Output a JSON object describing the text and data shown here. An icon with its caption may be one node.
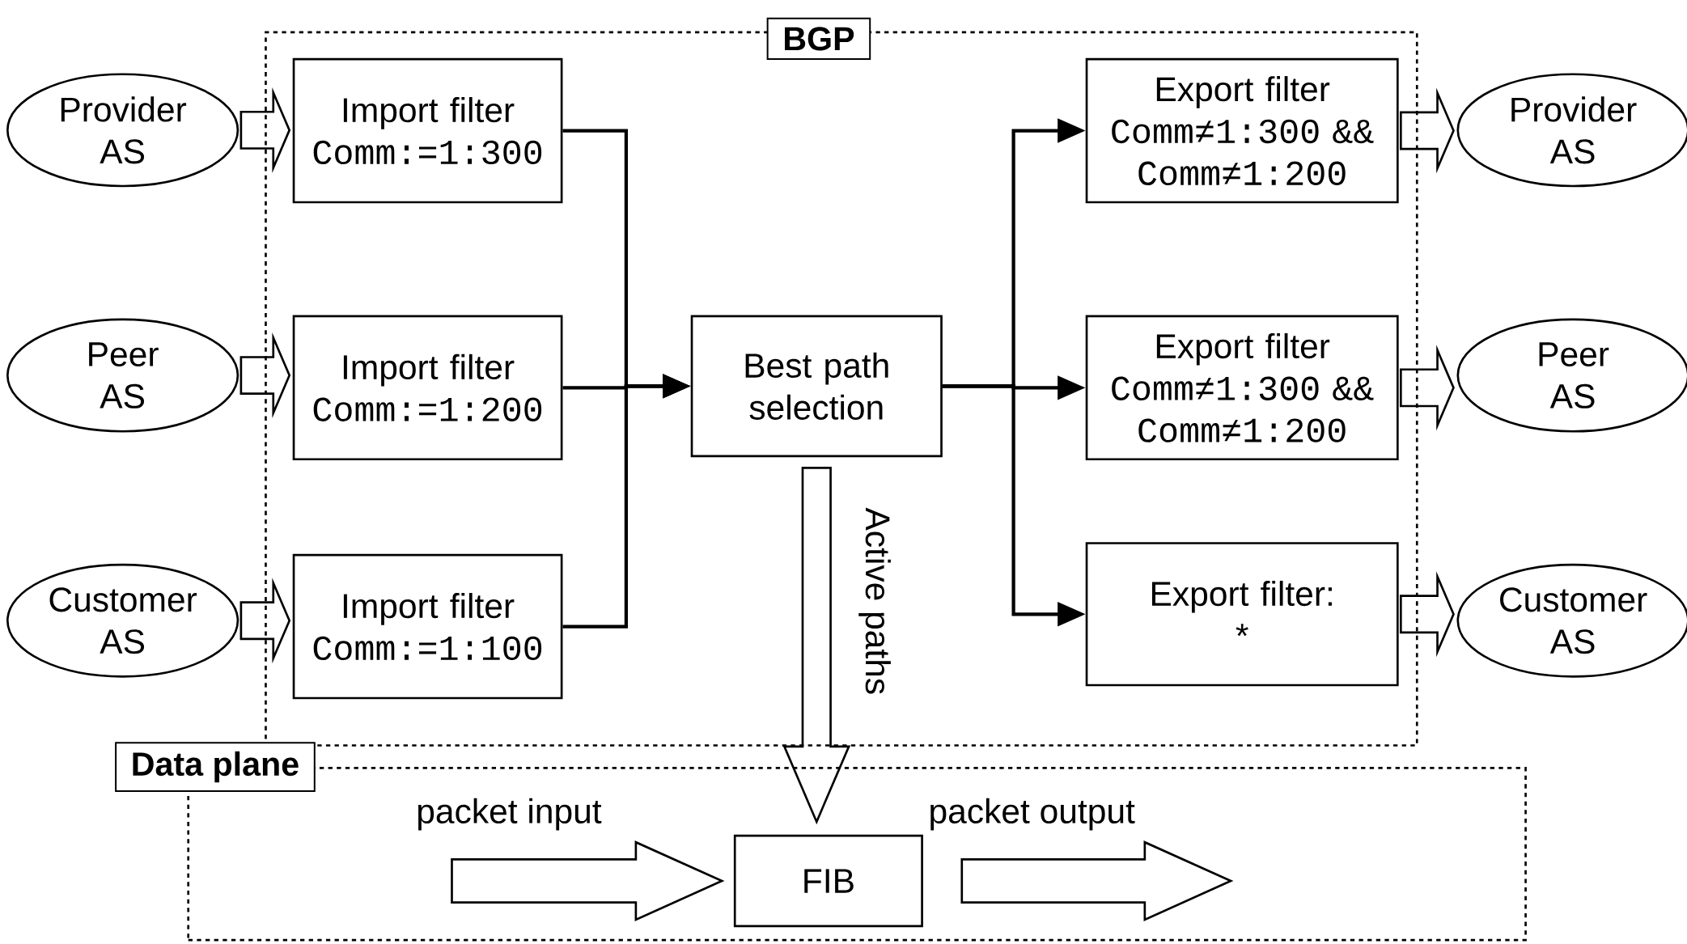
{
  "diagram": {
    "nodes": [
      {
        "text": [
          "BGP"
        ]
      },
      {
        "text": [
          "Data plane"
        ]
      },
      {
        "text": [
          "Provider AS"
        ]
      },
      {
        "text": [
          "Peer AS"
        ]
      },
      {
        "text": [
          "Customer AS"
        ]
      },
      {
        "text": [
          "Import filter",
          "Comm:=1:300"
        ],
        "in": 0
      },
      {
        "text": [
          "Import filter",
          "Comm:=1:200"
        ],
        "in": 0
      },
      {
        "text": [
          "Import filter",
          "Comm:=1:100"
        ],
        "in": 0
      },
      {
        "text": [
          "Best path selection"
        ],
        "in": 0
      },
      {
        "text": [
          "Export filter",
          "Comm≠1:300 && Comm≠1:200"
        ],
        "in": 0
      },
      {
        "text": [
          "Export filter",
          "Comm≠1:300 && Comm≠1:200"
        ],
        "in": 0
      },
      {
        "text": [
          "Export filter:",
          "*"
        ],
        "in": 0
      },
      {
        "text": [
          "Provider AS"
        ]
      },
      {
        "text": [
          "Peer AS"
        ]
      },
      {
        "text": [
          "Customer AS"
        ]
      },
      {
        "text": [
          "FIB"
        ],
        "in": 1
      }
    ],
    "edges": [
      {
        "from": 2,
        "to": 5,
        "arrow": "to"
      },
      {
        "from": 3,
        "to": 6,
        "arrow": "to"
      },
      {
        "from": 4,
        "to": 7,
        "arrow": "to"
      },
      {
        "from": 5,
        "to": 8,
        "arrow": "to"
      },
      {
        "from": 6,
        "to": 8,
        "arrow": "to"
      },
      {
        "from": 7,
        "to": 8,
        "arrow": "to"
      },
      {
        "from": 8,
        "to": 9,
        "arrow": "to"
      },
      {
        "from": 8,
        "to": 10,
        "arrow": "to"
      },
      {
        "from": 8,
        "to": 11,
        "arrow": "to"
      },
      {
        "from": 9,
        "to": 12,
        "arrow": "to"
      },
      {
        "from": 10,
        "to": 13,
        "arrow": "to"
      },
      {
        "from": 11,
        "to": 14,
        "arrow": "to"
      },
      {
        "from": 8,
        "to": 15,
        "arrow": "to",
        "label": "Active paths"
      },
      {
        "from": null,
        "to": 15,
        "arrow": "to",
        "label": "packet input"
      },
      {
        "from": 15,
        "to": null,
        "arrow": "to",
        "label": "packet output"
      }
    ]
  }
}
